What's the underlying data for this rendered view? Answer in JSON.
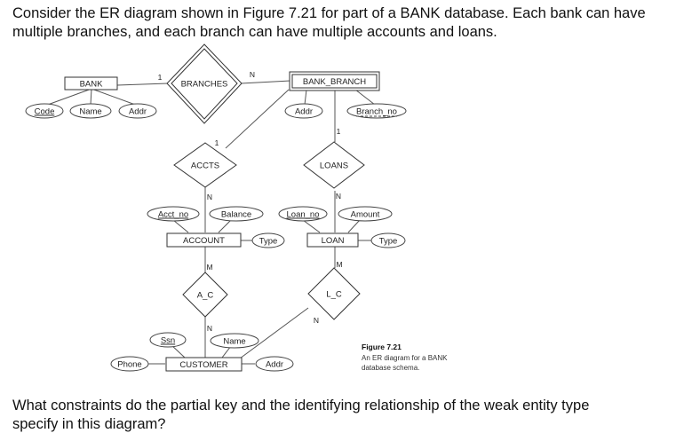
{
  "question_intro": "Consider the ER diagram shown in Figure 7.21 for part of a BANK database. Each bank can have multiple branches, and each branch can have multiple accounts and loans.",
  "question_prompt": "What constraints do the partial key and the identifying relationship of the weak entity type specify in this diagram?",
  "diagram": {
    "entities": {
      "bank": "BANK",
      "bank_branch": "BANK_BRANCH",
      "account": "ACCOUNT",
      "loan": "LOAN",
      "customer": "CUSTOMER"
    },
    "relationships": {
      "branches": "BRANCHES",
      "accts": "ACCTS",
      "loans": "LOANS",
      "a_c": "A_C",
      "l_c": "L_C"
    },
    "attributes": {
      "bank_code": "Code",
      "bank_name": "Name",
      "bank_addr": "Addr",
      "branch_addr": "Addr",
      "branch_no": "Branch_no",
      "acct_no": "Acct_no",
      "balance": "Balance",
      "account_type": "Type",
      "loan_no": "Loan_no",
      "amount": "Amount",
      "loan_type": "Type",
      "ssn": "Ssn",
      "customer_name": "Name",
      "phone": "Phone",
      "customer_addr": "Addr"
    },
    "cardinalities": {
      "bank_branches": "1",
      "branches_branch": "N",
      "branch_accts": "1",
      "accts_account": "N",
      "branch_loans": "1",
      "loans_loan": "N",
      "account_ac": "M",
      "ac_customer": "N",
      "loan_lc": "M",
      "lc_customer": "N"
    },
    "caption": {
      "title": "Figure 7.21",
      "line1": "An ER diagram for a BANK",
      "line2": "database schema."
    }
  }
}
